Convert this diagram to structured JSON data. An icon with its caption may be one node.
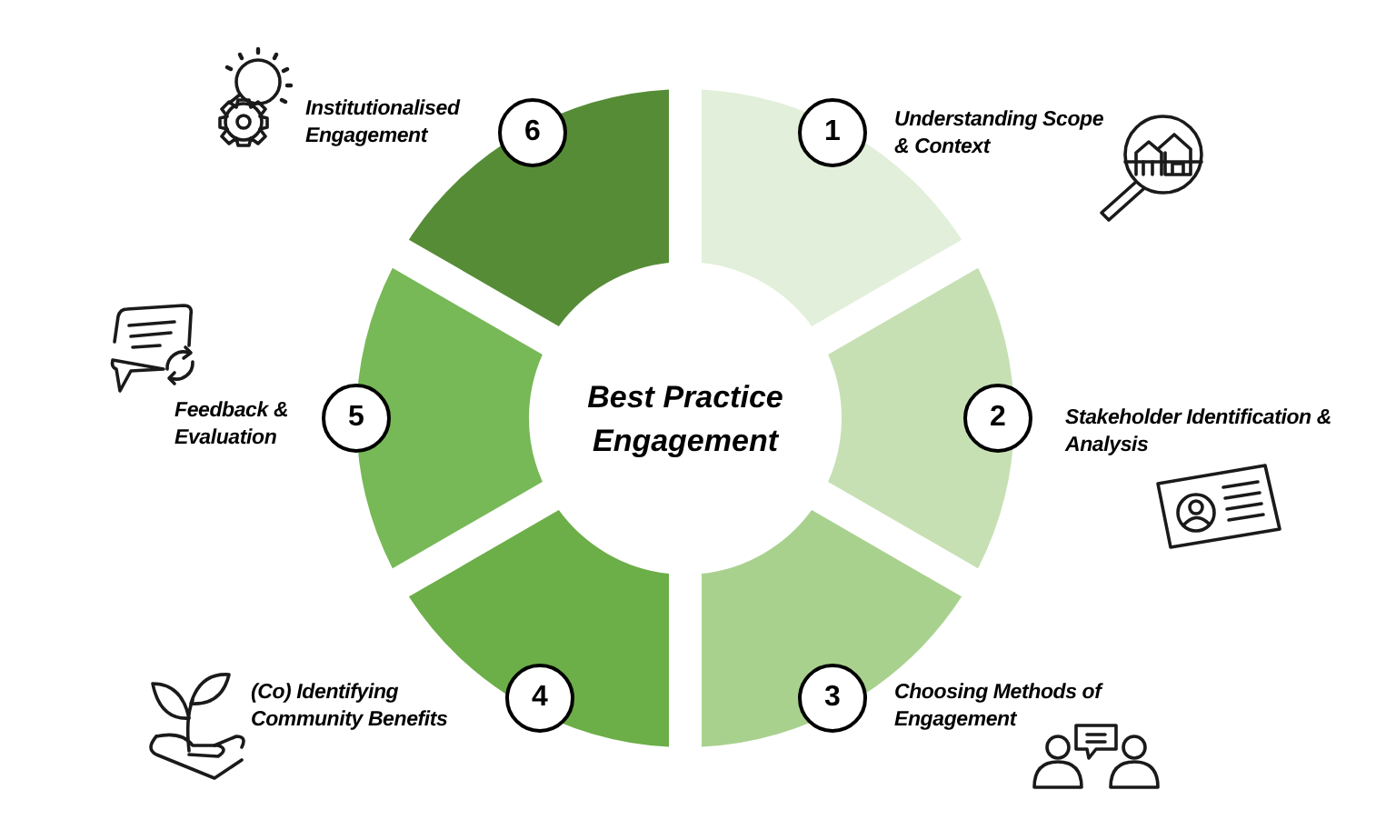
{
  "diagram": {
    "nodes": [
      {
        "text": [
          "Best Practice Engagement"
        ]
      },
      {
        "text": [
          "1"
        ],
        "beside": [
          "Understanding Scope & Context"
        ]
      },
      {
        "text": [
          "2"
        ],
        "beside": [
          "Stakeholder Identification & Analysis"
        ]
      },
      {
        "text": [
          "3"
        ],
        "beside": [
          "Choosing Methods of Engagement"
        ]
      },
      {
        "text": [
          "4"
        ],
        "beside": [
          "(Co) Identifying Community Benefits"
        ]
      },
      {
        "text": [
          "5"
        ],
        "beside": [
          "Feedback & Evaluation"
        ]
      },
      {
        "text": [
          "6"
        ],
        "beside": [
          "Institutionalised Engagement"
        ]
      }
    ],
    "edges": []
  }
}
